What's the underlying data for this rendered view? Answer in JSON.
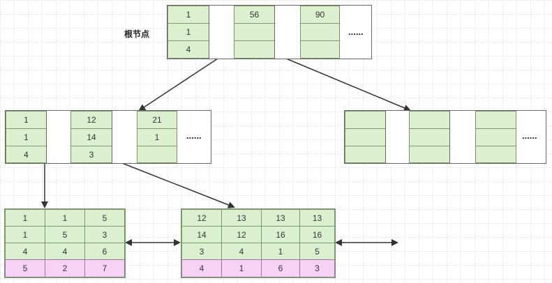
{
  "root_label": "根节点",
  "ellipsis": "......",
  "root": {
    "c1": [
      "1",
      "1",
      "4"
    ],
    "c2": [
      "56",
      "",
      ""
    ],
    "c3": [
      "90",
      "",
      ""
    ]
  },
  "mid_left": {
    "c1": [
      "1",
      "1",
      "4"
    ],
    "c2": [
      "12",
      "14",
      "3"
    ],
    "c3": [
      "21",
      "1",
      ""
    ]
  },
  "mid_right": {
    "c1": [
      "",
      "",
      ""
    ],
    "c2": [
      "",
      "",
      ""
    ],
    "c3": [
      "",
      "",
      ""
    ]
  },
  "leaf_left": {
    "rows": [
      [
        "1",
        "1",
        "5"
      ],
      [
        "1",
        "5",
        "3"
      ],
      [
        "4",
        "4",
        "6"
      ]
    ],
    "pink": [
      "5",
      "2",
      "7"
    ]
  },
  "leaf_right": {
    "rows": [
      [
        "12",
        "13",
        "13",
        "13"
      ],
      [
        "14",
        "12",
        "16",
        "16"
      ],
      [
        "3",
        "4",
        "1",
        "5"
      ]
    ],
    "pink": [
      "4",
      "1",
      "6",
      "3"
    ]
  },
  "colors": {
    "cell": "#dcefcf",
    "pink": "#f6d3f5",
    "line": "#333333"
  }
}
